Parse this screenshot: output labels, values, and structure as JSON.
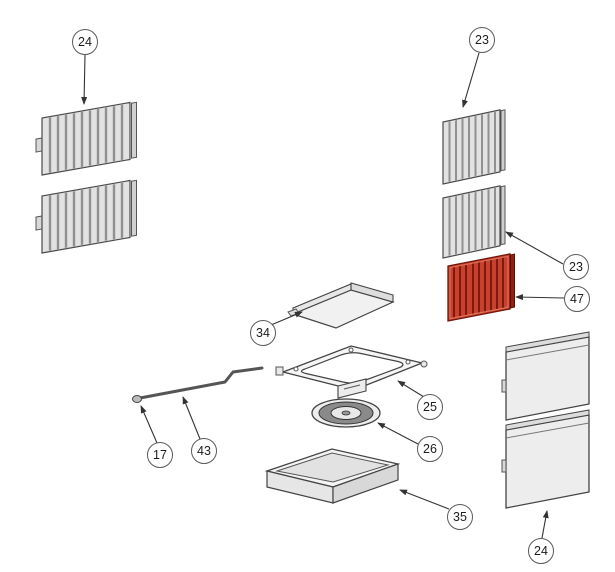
{
  "diagram": {
    "kind": "exploded-parts-diagram",
    "background_color": "#ffffff",
    "line_color": "#444444",
    "highlight_color": "#c0392b",
    "callouts": [
      {
        "label": "24"
      },
      {
        "label": "23"
      },
      {
        "label": "23"
      },
      {
        "label": "47"
      },
      {
        "label": "34"
      },
      {
        "label": "25"
      },
      {
        "label": "17"
      },
      {
        "label": "43"
      },
      {
        "label": "26"
      },
      {
        "label": "35"
      },
      {
        "label": "24"
      }
    ]
  }
}
